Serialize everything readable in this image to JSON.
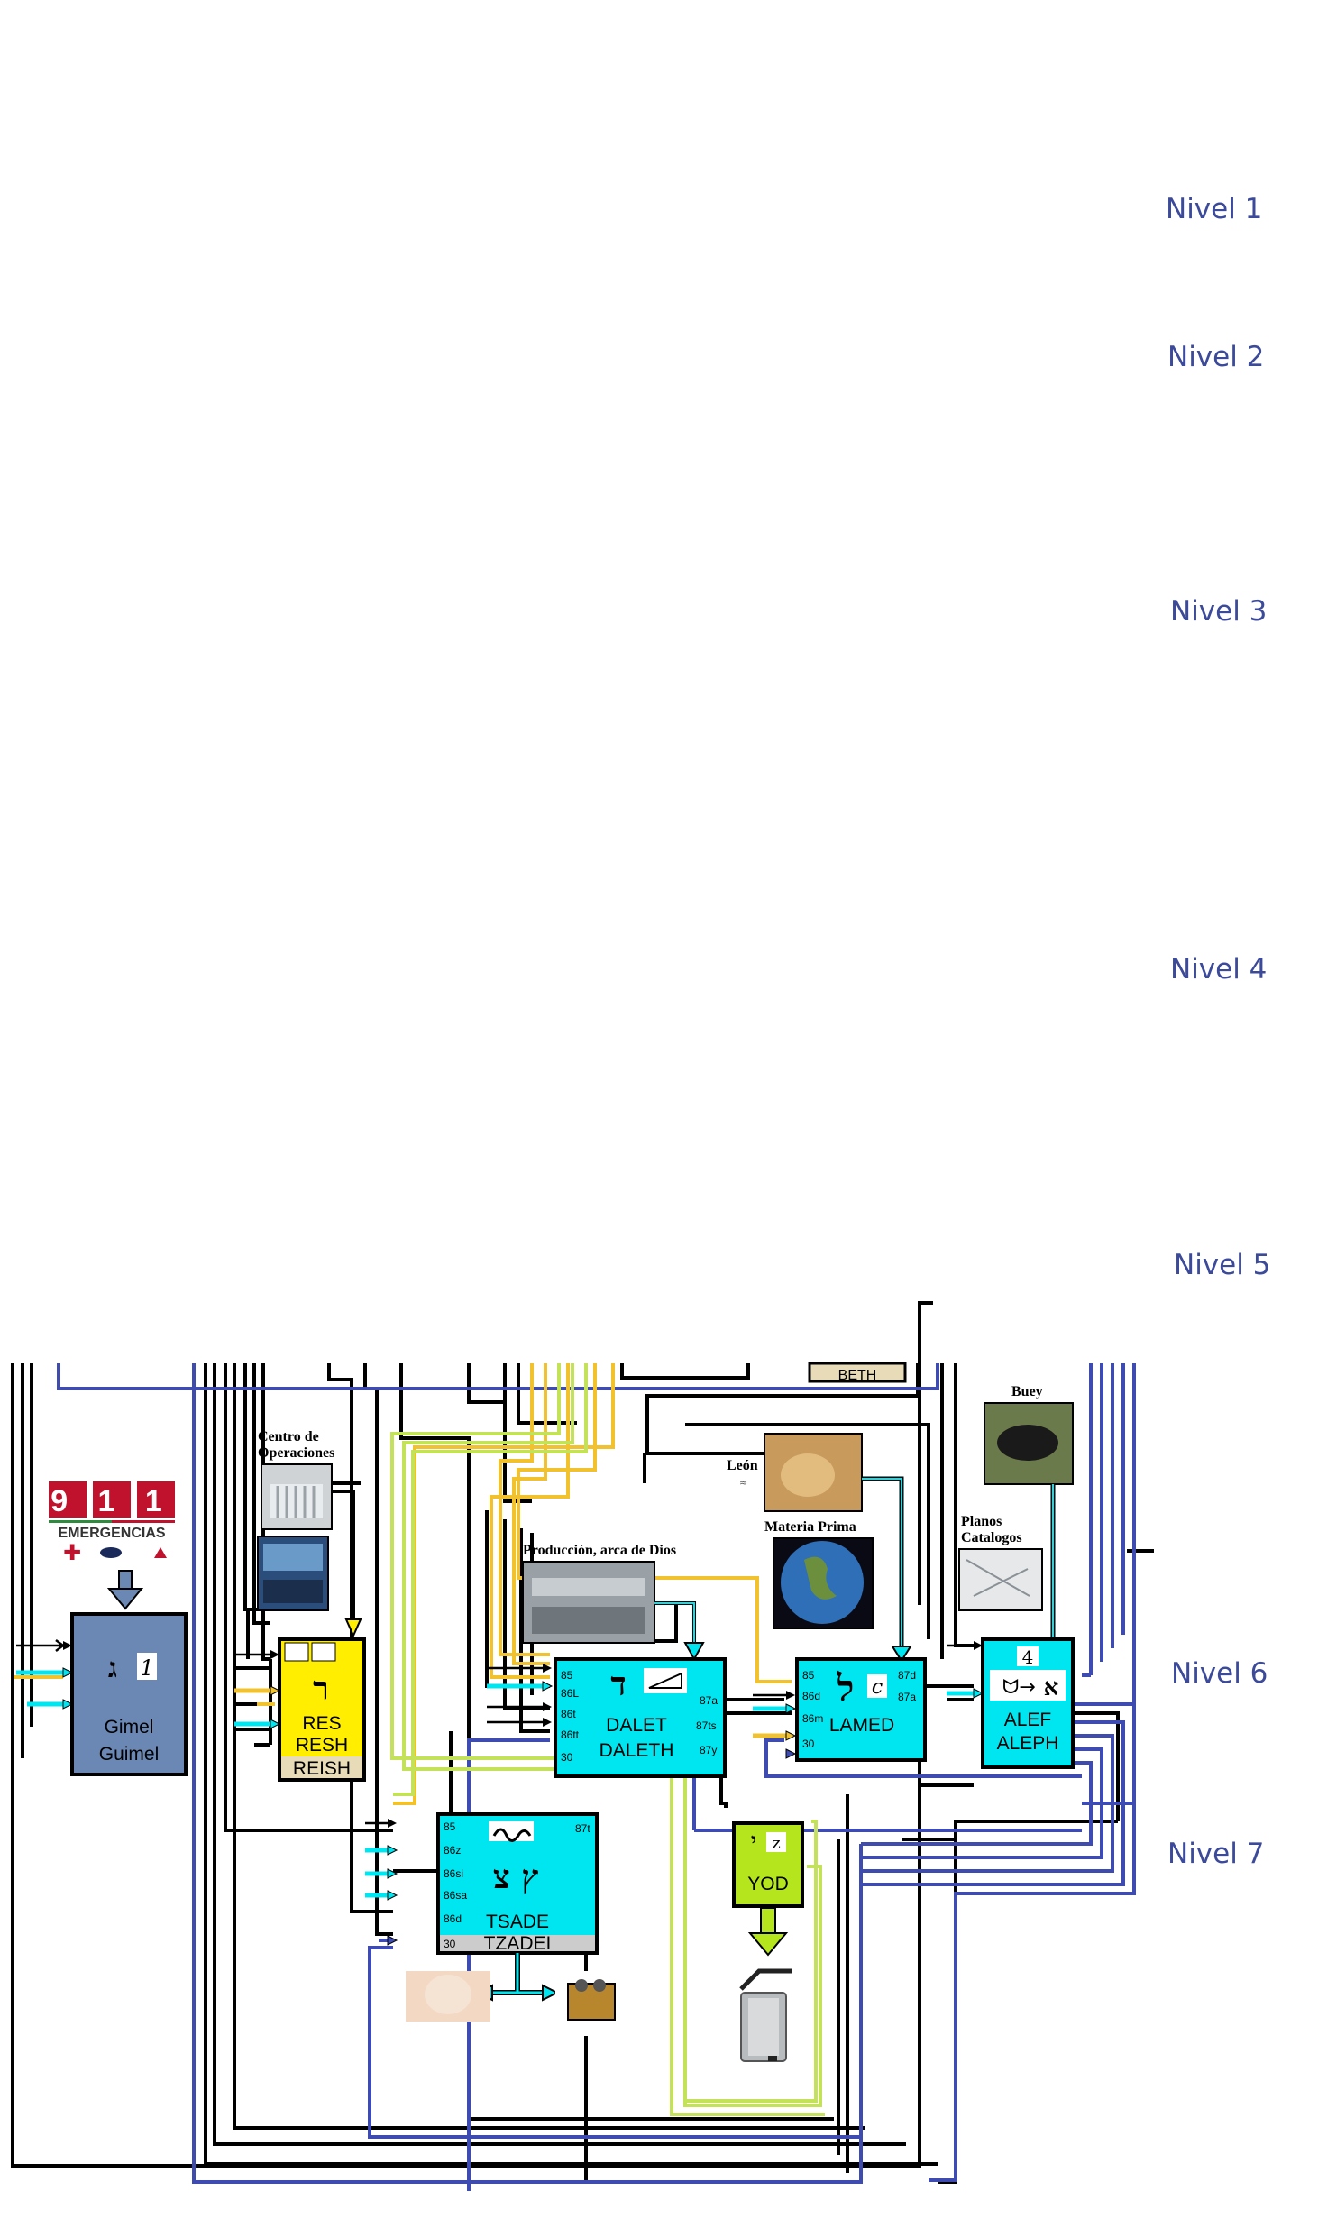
{
  "levels": [
    "Nivel 1",
    "Nivel 2",
    "Nivel 3",
    "Nivel 4",
    "Nivel 5",
    "Nivel 6",
    "Nivel 7"
  ],
  "emergency": {
    "number": "9 1 1",
    "label": "EMERGENCIAS"
  },
  "captions": {
    "centro": "Centro de",
    "operaciones": "Operaciones",
    "produccion": "Producción, arca de Dios",
    "leon": "León",
    "materia": "Materia Prima",
    "planos": "Planos",
    "catalogos": "Catalogos",
    "buey": "Buey",
    "beth": "BETH"
  },
  "boxes": {
    "gimel": {
      "hebrew": "ג",
      "glyph": "1",
      "name1": "Gimel",
      "name2": "Guimel"
    },
    "resh": {
      "hebrew": "ר",
      "name1": "RES",
      "name2": "RESH",
      "name3": "REISH"
    },
    "dalet": {
      "hebrew": "ד",
      "name1": "DALET",
      "name2": "DALETH",
      "pins_left": [
        "85",
        "86L",
        "86t",
        "86tt",
        "30"
      ],
      "pins_right": [
        "87a",
        "87ts",
        "87y"
      ]
    },
    "lamed": {
      "hebrew": "ל",
      "glyph": "c",
      "name": "LAMED",
      "pins_left": [
        "85",
        "86d",
        "86m",
        "30"
      ],
      "pins_right": [
        "87d",
        "87a"
      ]
    },
    "alef": {
      "hebrew": "א",
      "glyph": "4",
      "name1": "ALEF",
      "name2": "ALEPH"
    },
    "tsade": {
      "hebrew": "ץ צ",
      "name1": "TSADE",
      "name2": "TZADEI",
      "pins_left": [
        "85",
        "86z",
        "86si",
        "86sa",
        "86d",
        "30"
      ],
      "pins_right": [
        "87t"
      ]
    },
    "yod": {
      "hebrew": "י",
      "glyph": "z",
      "name": "YOD"
    }
  },
  "colors": {
    "cyan": "#00e6f0",
    "yellow": "#ffee00",
    "steel": "#6b88b5",
    "lime": "#b5e61d",
    "blue_wire": "#3e4bb0",
    "yellow_wire": "#f2c12e",
    "green_wire": "#c3e25a",
    "nivel_text": "#3b4a9a",
    "beige": "#e8dcb8"
  },
  "icons": [
    "emergency-911-logo",
    "arrow-right-icon",
    "trash-bin-icon",
    "baby-photo",
    "robot-photo",
    "lion-photo",
    "earth-photo",
    "ox-photo",
    "blueprint-photo",
    "factory-photo",
    "building-photo"
  ]
}
